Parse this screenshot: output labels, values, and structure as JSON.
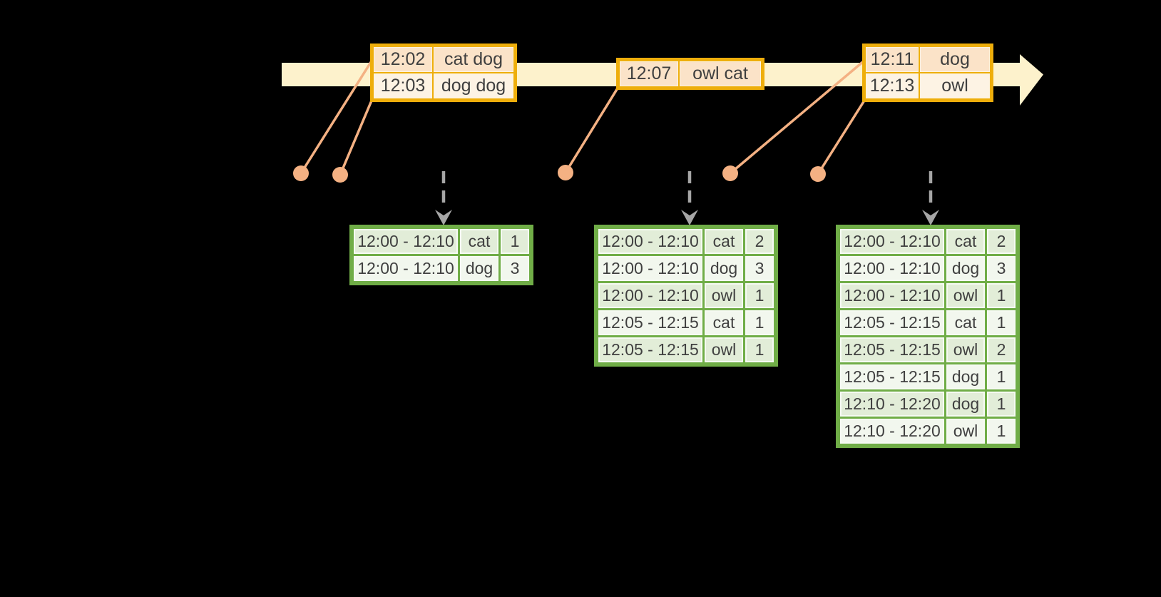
{
  "diagram_title": "windowed-grouped-aggregation-timeline",
  "timeline": {
    "events": [
      {
        "rows": [
          {
            "time": "12:02",
            "words": "cat dog"
          },
          {
            "time": "12:03",
            "words": "dog dog"
          }
        ]
      },
      {
        "rows": [
          {
            "time": "12:07",
            "words": "owl cat"
          }
        ]
      },
      {
        "rows": [
          {
            "time": "12:11",
            "words": "dog"
          },
          {
            "time": "12:13",
            "words": "owl"
          }
        ]
      }
    ]
  },
  "result_tables": [
    {
      "rows": [
        [
          "12:00 - 12:10",
          "cat",
          "1"
        ],
        [
          "12:00 - 12:10",
          "dog",
          "3"
        ]
      ]
    },
    {
      "rows": [
        [
          "12:00 - 12:10",
          "cat",
          "2"
        ],
        [
          "12:00 - 12:10",
          "dog",
          "3"
        ],
        [
          "12:00 - 12:10",
          "owl",
          "1"
        ],
        [
          "12:05 - 12:15",
          "cat",
          "1"
        ],
        [
          "12:05 - 12:15",
          "owl",
          "1"
        ]
      ]
    },
    {
      "rows": [
        [
          "12:00 - 12:10",
          "cat",
          "2"
        ],
        [
          "12:00 - 12:10",
          "dog",
          "3"
        ],
        [
          "12:00 - 12:10",
          "owl",
          "1"
        ],
        [
          "12:05 - 12:15",
          "cat",
          "1"
        ],
        [
          "12:05 - 12:15",
          "owl",
          "2"
        ],
        [
          "12:05 - 12:15",
          "dog",
          "1"
        ],
        [
          "12:10 - 12:20",
          "dog",
          "1"
        ],
        [
          "12:10 - 12:20",
          "owl",
          "1"
        ]
      ]
    }
  ],
  "colors": {
    "background": "#000000",
    "timeline_band": "#fdf2cc",
    "event_border": "#eeae0b",
    "event_fill_peach": "#fbe3c8",
    "event_fill_cream": "#fdf3e4",
    "connector_salmon": "#f4b183",
    "trigger_arrow_gray": "#a6a6a6",
    "table_border_green": "#70ad47",
    "table_fill_dark": "#e2edd8",
    "table_fill_light": "#f2f7ee",
    "text": "#404040"
  }
}
